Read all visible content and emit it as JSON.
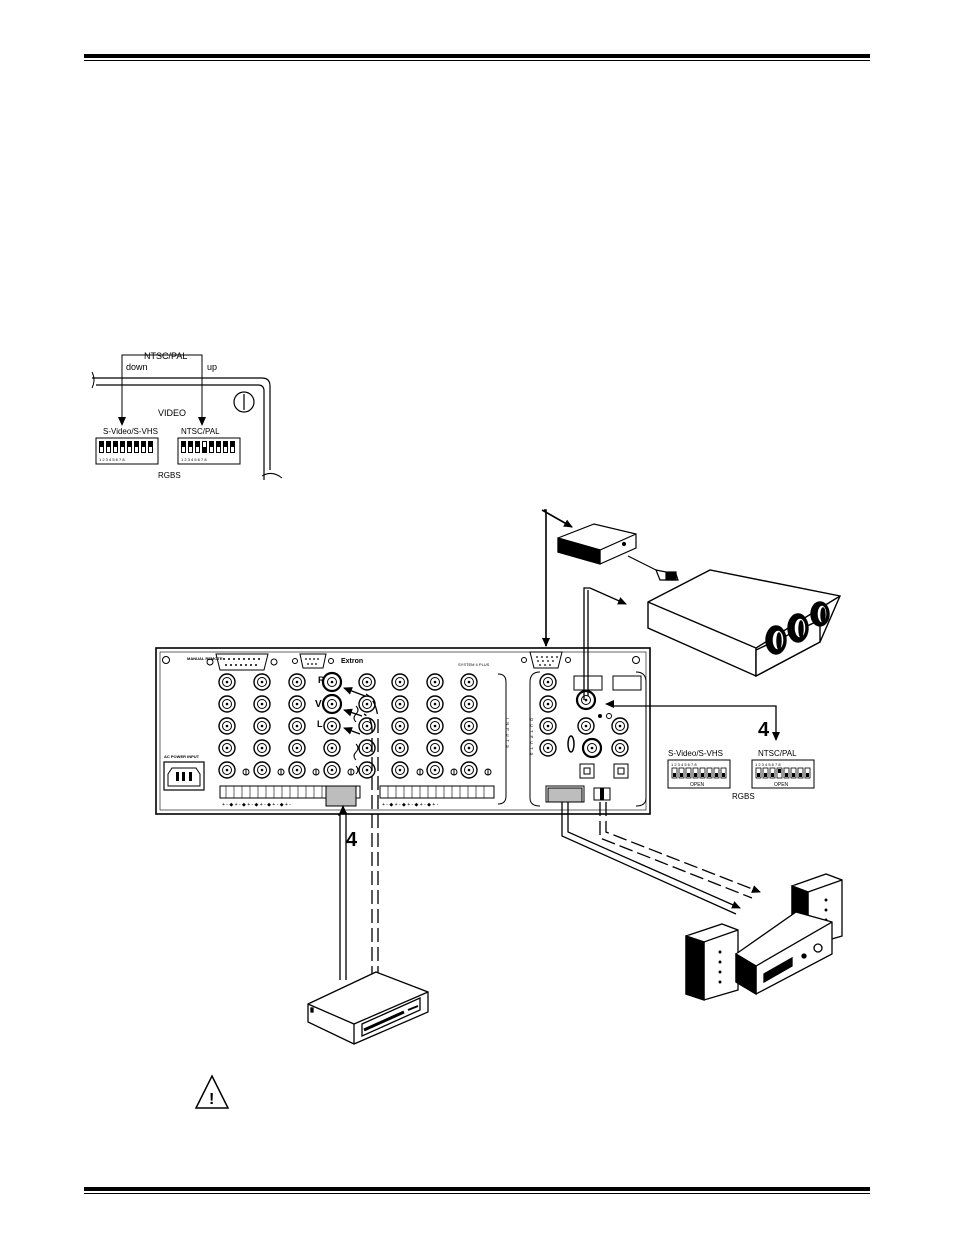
{
  "inset": {
    "ntsc_pal_label": "NTSC/PAL",
    "down_label": "down",
    "up_label": "up",
    "video_label": "VIDEO",
    "svideo_label": "S-Video/S-VHS",
    "ntsc_switch_label": "NTSC/PAL",
    "rgbs_label": "RGBS"
  },
  "panel": {
    "brand": "Extron",
    "model": "SYSTEM 4 PLUS",
    "manual_label": "MANUAL REMOTE",
    "ac_power_label": "AC POWER INPUT",
    "inputs_vertical": "INPUTS",
    "outputs_vertical": "OUTPUTS",
    "r_label": "R",
    "v_label": "V",
    "l_label": "L"
  },
  "right_switches": {
    "svideo_label": "S-Video/S-VHS",
    "ntsc_label": "NTSC/PAL",
    "open_label_1": "OPEN",
    "open_label_2": "OPEN",
    "rgbs_label": "RGBS"
  },
  "callouts": {
    "step_number_right": "4",
    "step_number_bottom": "4"
  },
  "warning": {
    "symbol": "!"
  }
}
